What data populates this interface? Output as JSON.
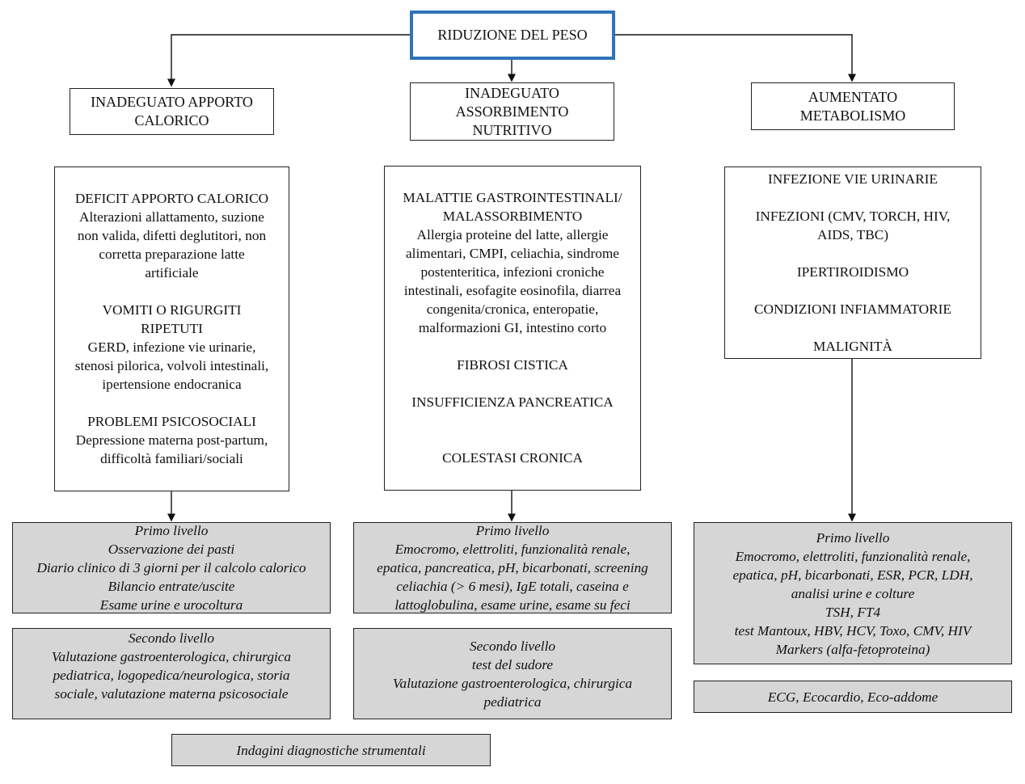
{
  "root": {
    "label": "RIDUZIONE DEL PESO"
  },
  "categories": [
    {
      "lines": [
        "INADEGUATO APPORTO",
        "CALORICO"
      ]
    },
    {
      "lines": [
        "INADEGUATO",
        "ASSORBIMENTO",
        "NUTRITIVO"
      ]
    },
    {
      "lines": [
        "AUMENTATO",
        "METABOLISMO"
      ]
    }
  ],
  "causes": [
    {
      "lines": [
        "DEFICIT APPORTO CALORICO",
        "Alterazioni allattamento, suzione",
        "non valida, difetti deglutitori, non",
        "corretta preparazione latte",
        "artificiale",
        "",
        "VOMITI O RIGURGITI",
        "RIPETUTI",
        "GERD, infezione vie urinarie,",
        "stenosi pilorica, volvoli intestinali,",
        "ipertensione endocranica",
        "",
        "PROBLEMI PSICOSOCIALI",
        "Depressione materna post-partum,",
        "difficoltà familiari/sociali"
      ]
    },
    {
      "lines": [
        "MALATTIE GASTROINTESTINALI/",
        "MALASSORBIMENTO",
        "Allergia proteine del latte, allergie",
        "alimentari, CMPI, celiachia, sindrome",
        "postenteritica, infezioni croniche",
        "intestinali, esofagite eosinofila, diarrea",
        "congenita/cronica, enteropatie,",
        "malformazioni GI, intestino corto",
        "",
        "FIBROSI CISTICA",
        "",
        "INSUFFICIENZA PANCREATICA",
        "",
        "",
        "COLESTASI CRONICA"
      ]
    },
    {
      "lines": [
        "INFEZIONE VIE URINARIE",
        "",
        "INFEZIONI (CMV, TORCH, HIV,",
        "AIDS, TBC)",
        "",
        "IPERTIROIDISMO",
        "",
        "CONDIZIONI INFIAMMATORIE",
        "",
        "MALIGNITÀ"
      ]
    }
  ],
  "exams": {
    "col1_primo": {
      "lines": [
        "Primo livello",
        "Osservazione dei pasti",
        "Diario clinico di 3 giorni per il calcolo calorico",
        "Bilancio entrate/uscite",
        "Esame urine e urocoltura"
      ]
    },
    "col1_secondo": {
      "lines": [
        "Secondo livello",
        "Valutazione gastroenterologica, chirurgica",
        "pediatrica, logopedica/neurologica, storia",
        "sociale, valutazione materna psicosociale"
      ]
    },
    "col2_primo": {
      "lines": [
        "Primo livello",
        "Emocromo, elettroliti, funzionalità renale,",
        "epatica, pancreatica, pH, bicarbonati, screening",
        "celiachia (> 6 mesi), IgE totali, caseina e",
        "lattoglobulina, esame urine, esame su feci"
      ]
    },
    "col2_secondo": {
      "lines": [
        "Secondo livello",
        "test del sudore",
        "Valutazione gastroenterologica, chirurgica",
        "pediatrica"
      ]
    },
    "col3_primo": {
      "lines": [
        "Primo livello",
        "Emocromo, elettroliti, funzionalità renale,",
        "epatica, pH, bicarbonati, ESR, PCR, LDH,",
        "analisi urine e colture",
        "TSH, FT4",
        "test Mantoux, HBV, HCV, Toxo, CMV, HIV",
        "Markers (alfa-fetoproteina)"
      ]
    },
    "col3_strumentali": {
      "lines": [
        "ECG, Ecocardio, Eco-addome"
      ]
    },
    "bottom": {
      "lines": [
        "Indagini diagnostiche strumentali"
      ]
    }
  }
}
